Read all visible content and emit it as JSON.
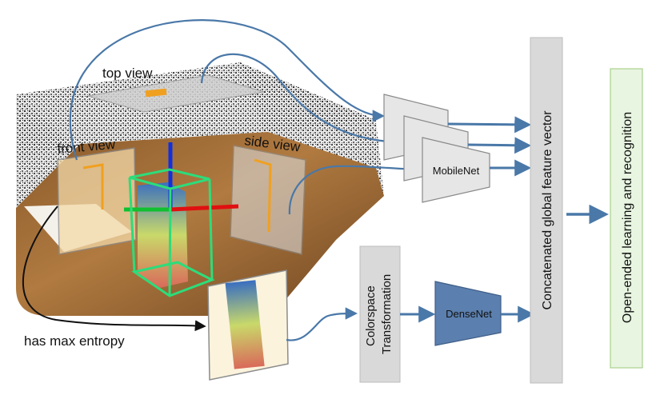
{
  "scene": {
    "top_view_label": "top view",
    "front_view_label": "front view",
    "side_view_label": "side view",
    "entropy_label": "has max entropy"
  },
  "network": {
    "mobilenet_label": "MobileNet",
    "densenet_label": "DenseNet",
    "colorspace_line1": "Colorspace",
    "colorspace_line2": "Transformation",
    "feature_vector_label": "Concatenated global feature vector",
    "recognition_label": "Open-ended learning and recognition"
  },
  "colors": {
    "arrow_blue": "#4a78a8",
    "densenet_fill": "#5b7fae",
    "box_gray": "#d9d9d9",
    "recognition_fill": "#e8f5e0",
    "recognition_border": "#a9d18e",
    "bbox_green": "#2ddc7a",
    "floor_wood": "#9a6a35"
  }
}
